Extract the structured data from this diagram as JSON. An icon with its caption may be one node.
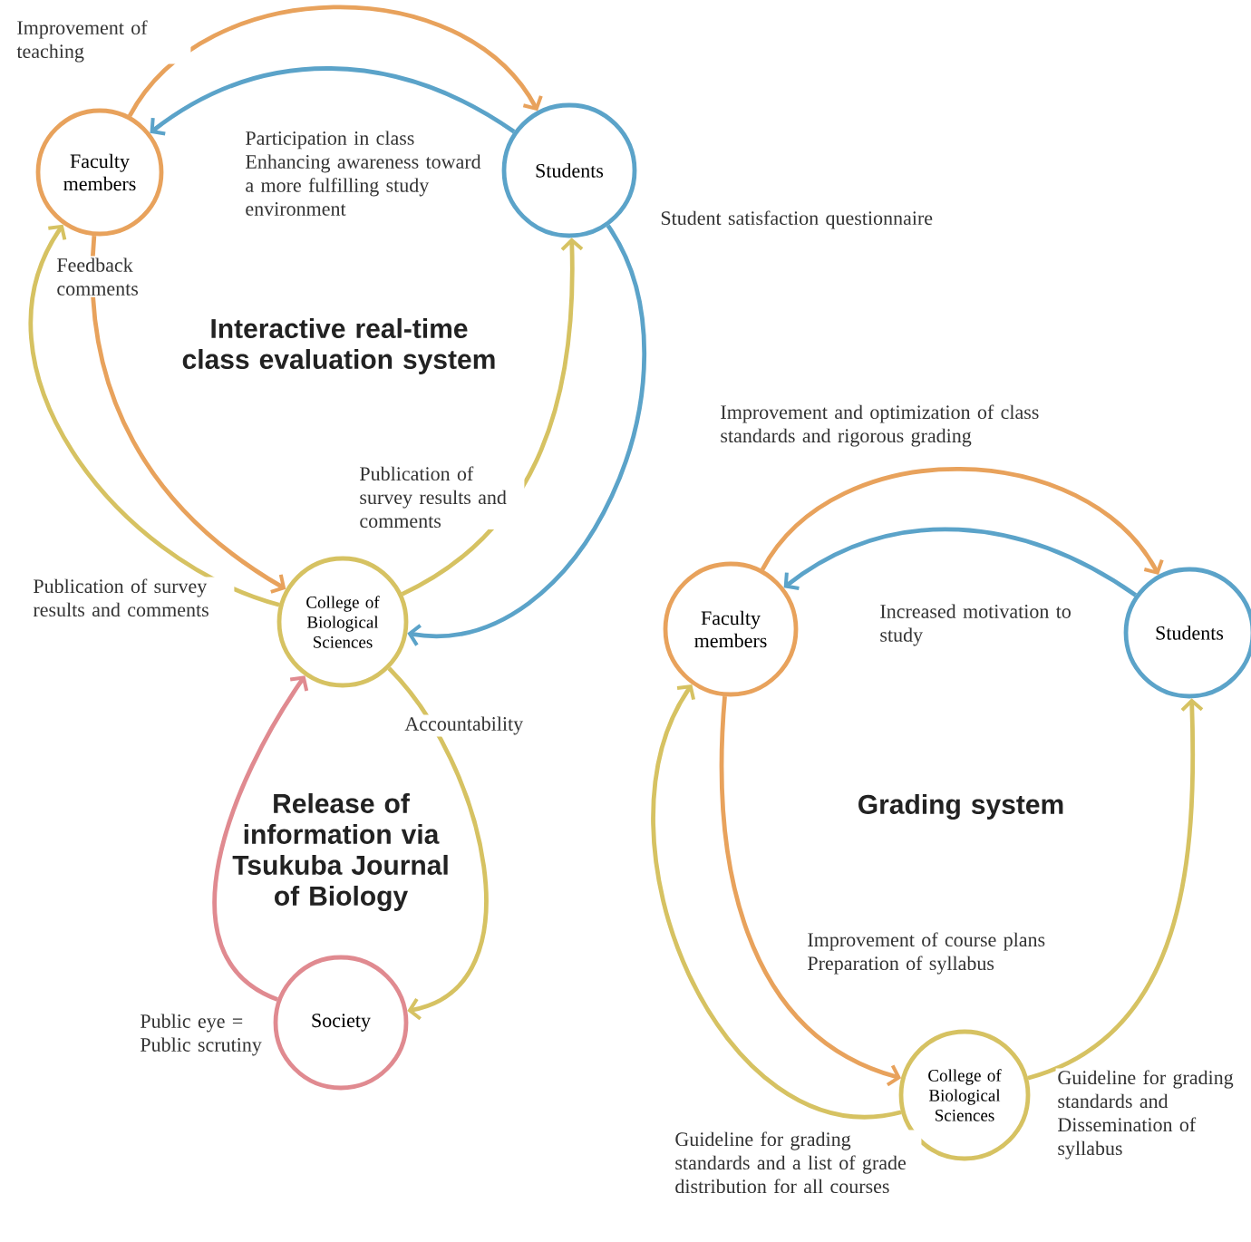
{
  "diagram": {
    "nodes": [
      {
        "text": [
          "Faculty members"
        ]
      },
      {
        "text": [
          "Students"
        ]
      },
      {
        "text": [
          "College of Biological Sciences"
        ]
      },
      {
        "text": [
          "Society"
        ]
      },
      {
        "text": [
          "Faculty members"
        ]
      },
      {
        "text": [
          "Students"
        ]
      },
      {
        "text": [
          "College of Biological Sciences"
        ]
      }
    ],
    "edges": [
      {
        "from": 0,
        "to": 1,
        "arrow": "to",
        "label": "Improvement of teaching",
        "color": "#e8a25c"
      },
      {
        "from": 1,
        "to": 0,
        "arrow": "to",
        "label": "Participation in class Enhancing awareness toward a more fulfilling study environment",
        "color": "#5ba3c9"
      },
      {
        "from": 0,
        "to": 2,
        "arrow": "to",
        "label": "Feedback comments",
        "color": "#e8a25c"
      },
      {
        "from": 2,
        "to": 0,
        "arrow": "to",
        "label": "Publication of survey results and comments",
        "color": "#d6c262"
      },
      {
        "from": 2,
        "to": 1,
        "arrow": "to",
        "label": "Publication of survey results and comments",
        "color": "#d6c262"
      },
      {
        "from": 1,
        "to": 2,
        "arrow": "to",
        "label": "Student satisfaction questionnaire",
        "color": "#5ba3c9"
      },
      {
        "from": 2,
        "to": 3,
        "arrow": "to",
        "label": "Accountability",
        "color": "#d6c262"
      },
      {
        "from": 3,
        "to": 2,
        "arrow": "to",
        "label": "Public eye = Public scrutiny",
        "color": "#e08a90"
      },
      {
        "from": 4,
        "to": 5,
        "arrow": "to",
        "label": "Improvement and optimization of class standards and rigorous grading",
        "color": "#e8a25c"
      },
      {
        "from": 5,
        "to": 4,
        "arrow": "to",
        "label": "Increased motivation to study",
        "color": "#5ba3c9"
      },
      {
        "from": 4,
        "to": 6,
        "arrow": "to",
        "label": "Improvement of course plans Preparation of syllabus",
        "color": "#e8a25c"
      },
      {
        "from": 6,
        "to": 4,
        "arrow": "to",
        "label": "Guideline for grading standards and a list of grade distribution for all courses",
        "color": "#d6c262"
      },
      {
        "from": 6,
        "to": 5,
        "arrow": "to",
        "label": "Guideline for grading standards and Dissemination of syllabus",
        "color": "#d6c262"
      }
    ],
    "labels": [
      "Interactive real-time class evaluation system",
      "Release of information via Tsukuba Journal of Biology",
      "Grading system"
    ]
  }
}
